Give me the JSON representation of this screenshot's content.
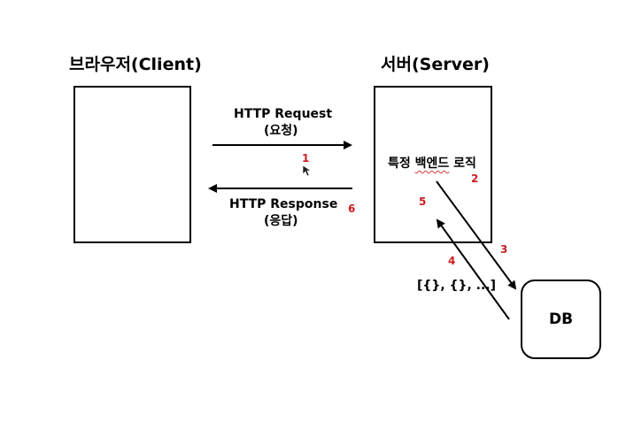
{
  "client": {
    "title": "브라우저(Client)"
  },
  "server": {
    "title": "서버(Server)",
    "logic_prefix": "특정 ",
    "logic_word": "백엔드",
    "logic_suffix": " 로직"
  },
  "request": {
    "line1": "HTTP Request",
    "line2": "(요청)"
  },
  "response": {
    "line1": "HTTP Response",
    "line2": "(응답)"
  },
  "db": {
    "label": "DB"
  },
  "payload": {
    "label": "[{}, {}, ...]"
  },
  "steps": {
    "s1": "1",
    "s2": "2",
    "s3": "3",
    "s4": "4",
    "s5": "5",
    "s6": "6"
  },
  "colors": {
    "step_number": "#cc1f1f",
    "line": "#000000",
    "background": "#ffffff"
  }
}
